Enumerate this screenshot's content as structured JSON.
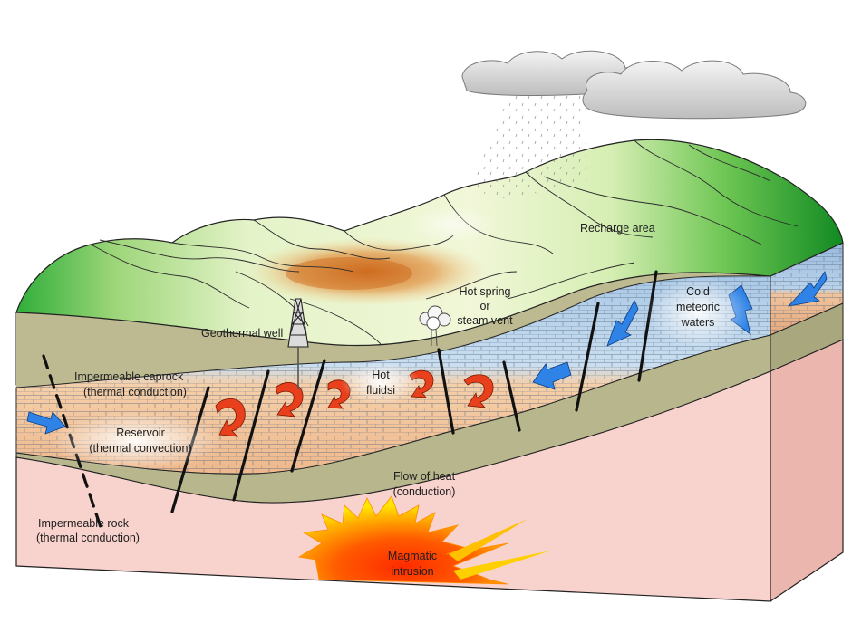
{
  "labels": {
    "recharge_area": "Recharge area",
    "cold_waters": [
      "Cold",
      "meteoric",
      "waters"
    ],
    "hot_spring": [
      "Hot spring",
      "or",
      "steam vent"
    ],
    "geothermal_well": "Geothermal well",
    "caprock": [
      "Impermeable caprock",
      "(thermal conduction)"
    ],
    "hot_fluids": [
      "Hot",
      "fluidsi"
    ],
    "reservoir": [
      "Reservoir",
      "(thermal convection)"
    ],
    "heat_flow": [
      "Flow of heat",
      "(conduction)"
    ],
    "impermeable_rock": [
      "Impermeable rock",
      "(thermal conduction)"
    ],
    "magmatic": [
      "Magmatic",
      "intrusion"
    ]
  },
  "colors": {
    "hills_green": "#2fae3a",
    "hills_light": "#e9f4cf",
    "hot_zone": "#d8782a",
    "sediment": "#b9b78d",
    "reservoir_blue": "#bcd4ea",
    "reservoir_orange": "#f2c7a0",
    "basement": "#f7cfc9",
    "magma_core": "#ff2a00",
    "magma_edge": "#ffe600",
    "cold_arrow": "#2f83e6",
    "hot_arrow": "#e8401c"
  }
}
